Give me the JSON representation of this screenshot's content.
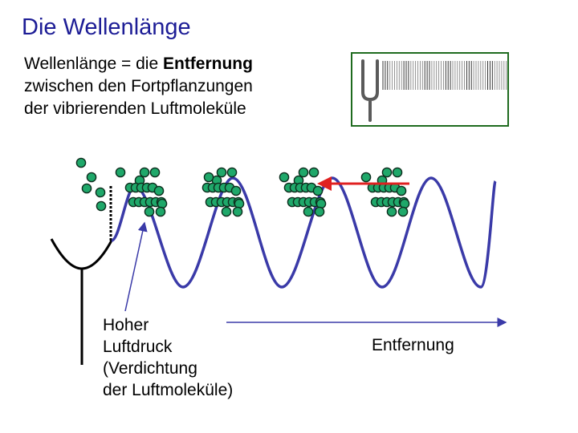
{
  "title": "Die Wellenlänge",
  "definition": {
    "line1_prefix": "Wellenlänge = die ",
    "line1_bold": "Entfernung",
    "line2": "zwischen den Fortpflanzungen",
    "line3": "der vibrierenden Luftmoleküle"
  },
  "labels": {
    "pressure_line1": "Hoher",
    "pressure_line2": "Luftdruck",
    "pressure_line3": "(Verdichtung",
    "pressure_line4": "der Luftmoleküle)",
    "distance": "Entfernung"
  },
  "icons": {
    "inset": "tuning-fork-inset-icon",
    "fork": "tuning-fork-icon",
    "molecule": "air-molecule-icon"
  },
  "colors": {
    "title": "#1d1d96",
    "wave": "#3a3aa8",
    "molecule_fill": "#1fa86a",
    "molecule_stroke": "#0d2e1e",
    "wavelength_arrow": "#e02020",
    "inset_border": "#1f6b1f"
  }
}
